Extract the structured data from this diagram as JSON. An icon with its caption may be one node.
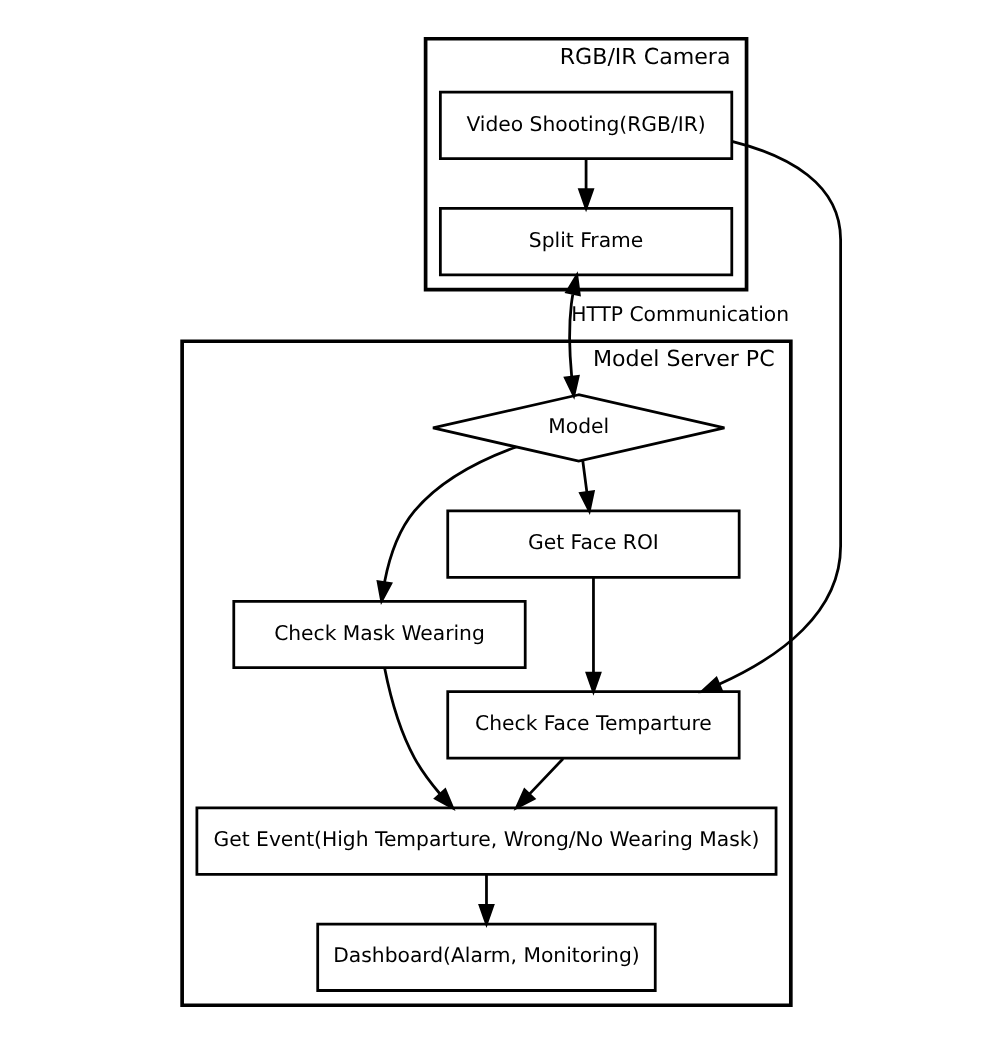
{
  "diagram": {
    "nodes": [
      {
        "text": [
          "RGB/IR Camera"
        ]
      },
      {
        "text": [
          "Video Shooting(RGB/IR)"
        ],
        "in": 0
      },
      {
        "text": [
          "Split Frame"
        ],
        "in": 0
      },
      {
        "text": [
          "Model Server PC"
        ]
      },
      {
        "text": [
          "Model"
        ],
        "in": 3
      },
      {
        "text": [
          "Get Face ROI"
        ],
        "in": 3
      },
      {
        "text": [
          "Check Face Temparture"
        ],
        "in": 3
      },
      {
        "text": [
          "Check Mask Wearing"
        ],
        "in": 3
      },
      {
        "text": [
          "Get Event(High Temparture, Wrong/No Wearing Mask)"
        ],
        "in": 3
      },
      {
        "text": [
          "Dashboard(Alarm, Monitoring)"
        ],
        "in": 3
      }
    ],
    "edges": [
      {
        "from": 1,
        "to": 2,
        "arrow": "to"
      },
      {
        "from": 2,
        "to": 4,
        "arrow": "both",
        "label": "HTTP Communication"
      },
      {
        "from": 4,
        "to": 5,
        "arrow": "to"
      },
      {
        "from": 4,
        "to": 7,
        "arrow": "to"
      },
      {
        "from": 5,
        "to": 6,
        "arrow": "to"
      },
      {
        "from": 1,
        "to": 6,
        "arrow": "to"
      },
      {
        "from": 6,
        "to": 8,
        "arrow": "to"
      },
      {
        "from": 7,
        "to": 8,
        "arrow": "to"
      },
      {
        "from": 8,
        "to": 9,
        "arrow": "to"
      }
    ]
  }
}
